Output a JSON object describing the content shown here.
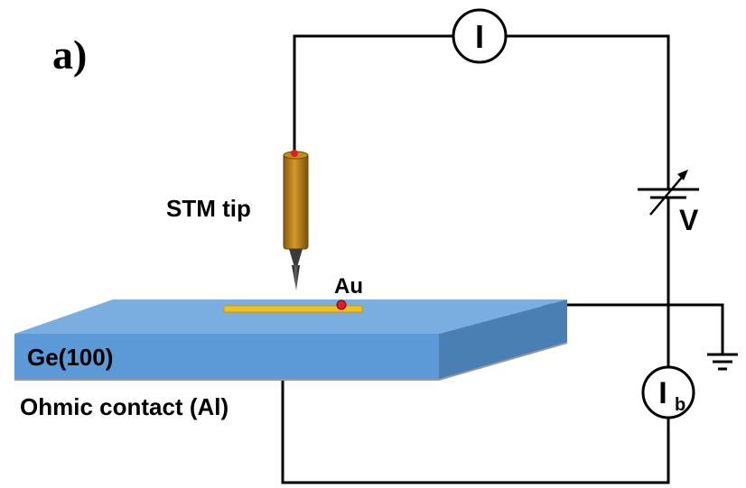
{
  "panel_label": "a)",
  "labels": {
    "stm_tip": "STM tip",
    "au": "Au",
    "substrate": "Ge(100)",
    "ohmic_contact": "Ohmic contact (Al)",
    "voltage": "V",
    "current_meter": "I",
    "bias_meter_main": "I",
    "bias_meter_sub": "b"
  },
  "colors": {
    "substrate_top": "#7aaee0",
    "substrate_front": "#5b9ad6",
    "substrate_side": "#4a7fb4",
    "au_strip": "#f2c21b",
    "tip_body": "#b07a18",
    "contact_dot": "#e02020"
  }
}
